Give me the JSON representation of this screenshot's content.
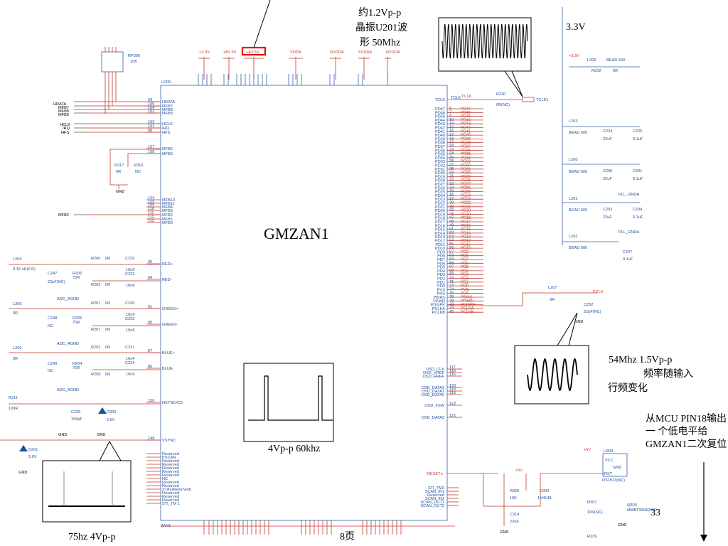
{
  "chip": {
    "ref": "U200",
    "name": "GMZAN1",
    "sub": "ZAN1"
  },
  "notes": {
    "crystal": [
      "约1.2Vp-p",
      "晶振U201波",
      "形 50Mhz"
    ],
    "v33": "3.3V",
    "pclk": [
      "54Mhz  1.5Vp-p",
      "频率随输入",
      "行频变化"
    ],
    "reset": [
      "从MCU PIN18输出",
      "一 个低电平给",
      "GMZAN1二次复位"
    ],
    "hsync": "4Vp-p  60khz",
    "vsync": "75hz   4Vp-p",
    "page": "8页",
    "pagenum": "33"
  },
  "top_rails": [
    "+3.3V",
    "+B2.5V",
    "+A2.5V",
    "VDDA",
    "DVDDA",
    "SVDDA",
    "RVDDA"
  ],
  "left_pins": [
    {
      "label": "HDATA",
      "num": "99"
    },
    {
      "label": "MFB7",
      "num": "105"
    },
    {
      "label": "MFB8",
      "num": "104"
    },
    {
      "label": "MFB9",
      "num": "102"
    },
    {
      "label": "HCLK",
      "num": "103"
    },
    {
      "label": "IRQ",
      "num": "101"
    },
    {
      "label": "HFS",
      "num": "98"
    },
    {
      "label": "MFB5",
      "num": "107"
    },
    {
      "label": "MFB6",
      "num": "108"
    },
    {
      "label": "MFB10",
      "num": "124"
    },
    {
      "label": "MFB11",
      "num": "125"
    },
    {
      "label": "MFB4",
      "num": "109"
    },
    {
      "label": "MFB3",
      "num": "110"
    },
    {
      "label": "MFB2",
      "num": "111"
    },
    {
      "label": "MFB1",
      "num": "112"
    },
    {
      "label": "MFB0",
      "num": "113"
    },
    {
      "label": "RED+",
      "num": "95"
    },
    {
      "label": "RED-",
      "num": "94"
    },
    {
      "label": "GREEN+",
      "num": "91"
    },
    {
      "label": "GREEN-",
      "num": "90"
    },
    {
      "label": "BLUE+",
      "num": "87"
    },
    {
      "label": "BLUE-",
      "num": "86"
    },
    {
      "label": "HSYNC/CS",
      "num": "150"
    },
    {
      "label": "VSYNC",
      "num": "148"
    }
  ],
  "left_nets": [
    "HDATA",
    "MFB7",
    "MFB8",
    "MFB9",
    "HCLK",
    "IRQ",
    "HFS",
    "MFB2"
  ],
  "right_pins": [
    {
      "label": "PD47",
      "num": "6"
    },
    {
      "label": "PD46",
      "num": "7"
    },
    {
      "label": "PD45",
      "num": "9"
    },
    {
      "label": "PD44",
      "num": "10"
    },
    {
      "label": "PD43",
      "num": "14"
    },
    {
      "label": "PD42",
      "num": "15"
    },
    {
      "label": "PD41",
      "num": "16"
    },
    {
      "label": "PD40",
      "num": "17"
    },
    {
      "label": "PD39",
      "num": "18"
    },
    {
      "label": "PD38",
      "num": "19"
    },
    {
      "label": "PD37",
      "num": "20"
    },
    {
      "label": "PD36",
      "num": "23"
    },
    {
      "label": "PD35",
      "num": "24"
    },
    {
      "label": "PD34",
      "num": "25"
    },
    {
      "label": "PD33",
      "num": "26"
    },
    {
      "label": "PD32",
      "num": "27"
    },
    {
      "label": "PD31",
      "num": "28"
    },
    {
      "label": "PD30",
      "num": "29"
    },
    {
      "label": "PD29",
      "num": "31"
    },
    {
      "label": "PD28",
      "num": "32"
    },
    {
      "label": "PD27",
      "num": "33"
    },
    {
      "label": "PD26",
      "num": "34"
    },
    {
      "label": "PD25",
      "num": "35"
    },
    {
      "label": "PD24",
      "num": "36"
    },
    {
      "label": "PD23",
      "num": "37"
    },
    {
      "label": "PD22",
      "num": "38"
    },
    {
      "label": "PD21",
      "num": "39"
    },
    {
      "label": "PD20",
      "num": "42"
    },
    {
      "label": "PD19",
      "num": "46"
    },
    {
      "label": "PD18",
      "num": "47"
    },
    {
      "label": "PD17",
      "num": "48"
    },
    {
      "label": "PD16",
      "num": "49"
    },
    {
      "label": "PD15",
      "num": "51"
    },
    {
      "label": "PD14",
      "num": "52"
    },
    {
      "label": "PD13",
      "num": "53"
    },
    {
      "label": "PD12",
      "num": "54"
    },
    {
      "label": "PD11",
      "num": "55"
    },
    {
      "label": "PD10",
      "num": "56"
    },
    {
      "label": "PD9",
      "num": "57"
    },
    {
      "label": "PD8",
      "num": "62"
    },
    {
      "label": "PD7",
      "num": "64"
    },
    {
      "label": "PD6",
      "num": "66"
    },
    {
      "label": "PD5",
      "num": "67"
    },
    {
      "label": "PD4",
      "num": "68"
    },
    {
      "label": "PD3",
      "num": "69"
    },
    {
      "label": "PD2",
      "num": "70"
    },
    {
      "label": "PD1",
      "num": "71"
    },
    {
      "label": "PD0",
      "num": "73"
    },
    {
      "label": "PVS",
      "num": "74"
    },
    {
      "label": "PHS",
      "num": "75"
    },
    {
      "label": "PBIAS",
      "num": "76"
    },
    {
      "label": "PPWR",
      "num": "78"
    },
    {
      "label": "PDISPE",
      "num": "43"
    },
    {
      "label": "PCLKA",
      "num": "44"
    },
    {
      "label": "PCLKB",
      "num": "45"
    }
  ],
  "osd_pins": [
    {
      "label": "OSD_CLK",
      "num": "117"
    },
    {
      "label": "OSD_VREF",
      "num": "118"
    },
    {
      "label": "OSD_HREF",
      "num": "116"
    },
    {
      "label": "OSD_DATA2",
      "num": "120"
    },
    {
      "label": "OSD_DATA1",
      "num": "119"
    },
    {
      "label": "OSD_DATA0",
      "num": "118"
    },
    {
      "label": "OSD_FSW",
      "num": "122"
    },
    {
      "label": "OSD_DATA3",
      "num": "121"
    }
  ],
  "reserved_pins": [
    "Reserved",
    "PSCAN",
    "Reserved",
    "Reserved",
    "Reserved",
    "Reserved",
    "Reserved",
    "NC",
    "Reserved",
    "Reserved",
    "XTAL(Reserved)",
    "Reserved",
    "Reserved",
    "Reserved",
    "STI_TM 1"
  ],
  "scan_pins": [
    "STI_TM2",
    "SCAN_IN1",
    "Reserved",
    "SCAN_IN2",
    "SCAN_OUT1",
    "SCAN_OUT2"
  ],
  "parts": {
    "rp300": [
      "RP300",
      "10K"
    ],
    "r317": [
      "R317",
      "0R"
    ],
    "r316": [
      "R316",
      "NC"
    ],
    "l204": [
      "L204",
      "0.15 uH(0 R)"
    ],
    "c247": [
      "C247",
      "22pF(NC)"
    ],
    "r206": [
      "R206",
      "75R"
    ],
    "r200": [
      "R200",
      "0R"
    ],
    "r203": [
      "R203",
      "0R"
    ],
    "c229": [
      "C229",
      "10nF"
    ],
    "c232": [
      "C232",
      "10nF"
    ],
    "l205": [
      "L205",
      "0R"
    ],
    "c248": [
      "C248",
      "NC"
    ],
    "r205": [
      "R205",
      "75R"
    ],
    "r201": [
      "R201",
      "0R"
    ],
    "r207": [
      "R207",
      "0R"
    ],
    "c230": [
      "C230",
      "10nF"
    ],
    "c233": [
      "C233",
      "10nF"
    ],
    "l206": [
      "L206",
      "0R"
    ],
    "c249": [
      "C249",
      "NC"
    ],
    "r204": [
      "R204",
      "75R"
    ],
    "r202": [
      "R202",
      "0R"
    ],
    "r208": [
      "R208",
      "0R"
    ],
    "c231": [
      "C231",
      "10nF"
    ],
    "c234": [
      "C234",
      "10nF"
    ],
    "r211": [
      "R211",
      "100R"
    ],
    "c235": [
      "C235",
      "100pF"
    ],
    "d200": [
      "D200",
      "5.6V"
    ],
    "d201": [
      "D201",
      "5.6V"
    ],
    "r230": [
      "R230",
      "0R(NC)"
    ],
    "tclk1": "TCLK1",
    "tclk": "TCLK",
    "pclk": "PCLK",
    "l207": [
      "L207",
      "0R"
    ],
    "c252": [
      "C252",
      "22pF(NC)"
    ],
    "l209": [
      "L209",
      "BEAD 600"
    ],
    "r232": [
      "R232",
      "0R"
    ],
    "l203": [
      "L203",
      "BEAD 600"
    ],
    "c224": [
      "C224",
      "22uF"
    ],
    "c225": [
      "C225",
      "0.1uF"
    ],
    "l200": [
      "L200",
      "BEAD 600"
    ],
    "c200": [
      "C200",
      "22uF"
    ],
    "c201": [
      "C201",
      "0.1uF"
    ],
    "l201": [
      "L201",
      "BEAD 600"
    ],
    "c203": [
      "C203",
      "22uF"
    ],
    "c204": [
      "C204",
      "0.1uF"
    ],
    "l202": [
      "L202",
      "BEAD 600"
    ],
    "c237": [
      "C237",
      "0.1uF"
    ],
    "u303": [
      "U303",
      "VCC",
      "GND",
      "RST",
      "DS1813(NC)"
    ],
    "r326": [
      "R326",
      "10K"
    ],
    "d302": [
      "D302",
      "1N4148"
    ],
    "c314": [
      "C314",
      "22uF"
    ],
    "r307": [
      "R307",
      "10K(NC)"
    ],
    "q300": [
      "Q300",
      "MMBT3904(NC)"
    ],
    "r239": [
      "R239"
    ],
    "reset": "RESETn",
    "v5": "+5V",
    "gnd": "GND",
    "adc_agnd": "ADC_AGND",
    "pll_gnda": "PLL_GNDA"
  }
}
